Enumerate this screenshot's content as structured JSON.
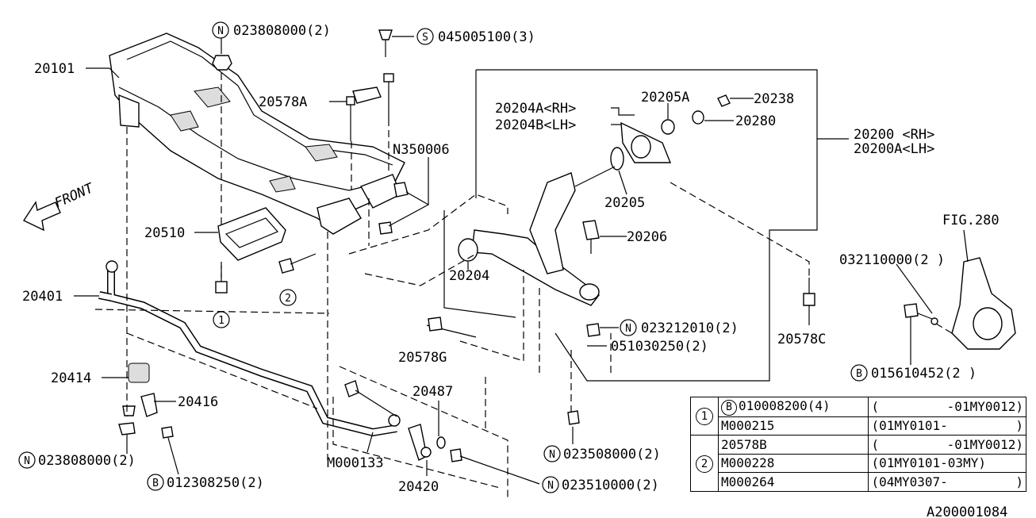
{
  "labels": {
    "crossmember": "20101",
    "bolt_n023808000_top": "023808000(2)",
    "bolt_n023808000_top_prefix": "N",
    "bolt_s045005100": "045005100(3)",
    "bolt_s045005100_prefix": "S",
    "bracket_20578A": "20578A",
    "nut_n350006": "N350006",
    "front": "FRONT",
    "plate_20510": "20510",
    "stabilizer_20401": "20401",
    "bushing_20414": "20414",
    "clamp_20416": "20416",
    "nut_n023808000_bottom": "023808000(2)",
    "nut_n023808000_bottom_prefix": "N",
    "bolt_b012308250": "012308250(2)",
    "bolt_b012308250_prefix": "B",
    "link_m000133": "M000133",
    "link_20420": "20420",
    "washer_20487": "20487",
    "nut_n023510000": "023510000(2)",
    "nut_n023510000_prefix": "N",
    "nut_n023508000": "023508000(2)",
    "nut_n023508000_prefix": "N",
    "bolt_20578G": "20578G",
    "bushing_20204": "20204",
    "nut_n023212010": "023212010(2)",
    "nut_n023212010_prefix": "N",
    "pin_051030250": "051030250(2)",
    "balljoint_20206": "20206",
    "bolt_20205": "20205",
    "bushing_20204A": "20204A<RH>",
    "bushing_20204B": "20204B<LH>",
    "washer_20205A": "20205A",
    "nut_20238": "20238",
    "washer_20280": "20280",
    "arm_20200": "20200  <RH>",
    "arm_20200A": "20200A<LH>",
    "bolt_20578C": "20578C",
    "fig_ref": "FIG.280",
    "bolt_032110000": "032110000(2 )",
    "bolt_b015610452": "015610452(2 )",
    "bolt_b015610452_prefix": "B",
    "callout_1": "1",
    "callout_2": "2",
    "diagram_id": "A200001084"
  },
  "table": {
    "rows": [
      {
        "group": "1",
        "part": "010008200(4)",
        "prefix": "B",
        "appl_left": "(",
        "appl_right": "-01MY0012)"
      },
      {
        "group": "",
        "part": "M000215",
        "prefix": "",
        "appl_left": "(01MY0101-",
        "appl_right": ")"
      },
      {
        "group": "2",
        "part": "20578B",
        "prefix": "",
        "appl_left": "(",
        "appl_right": "-01MY0012)"
      },
      {
        "group": "",
        "part": "M000228",
        "prefix": "",
        "appl_left": "(01MY0101-03MY)",
        "appl_right": ""
      },
      {
        "group": "",
        "part": "M000264",
        "prefix": "",
        "appl_left": "(04MY0307-",
        "appl_right": ")"
      }
    ]
  }
}
